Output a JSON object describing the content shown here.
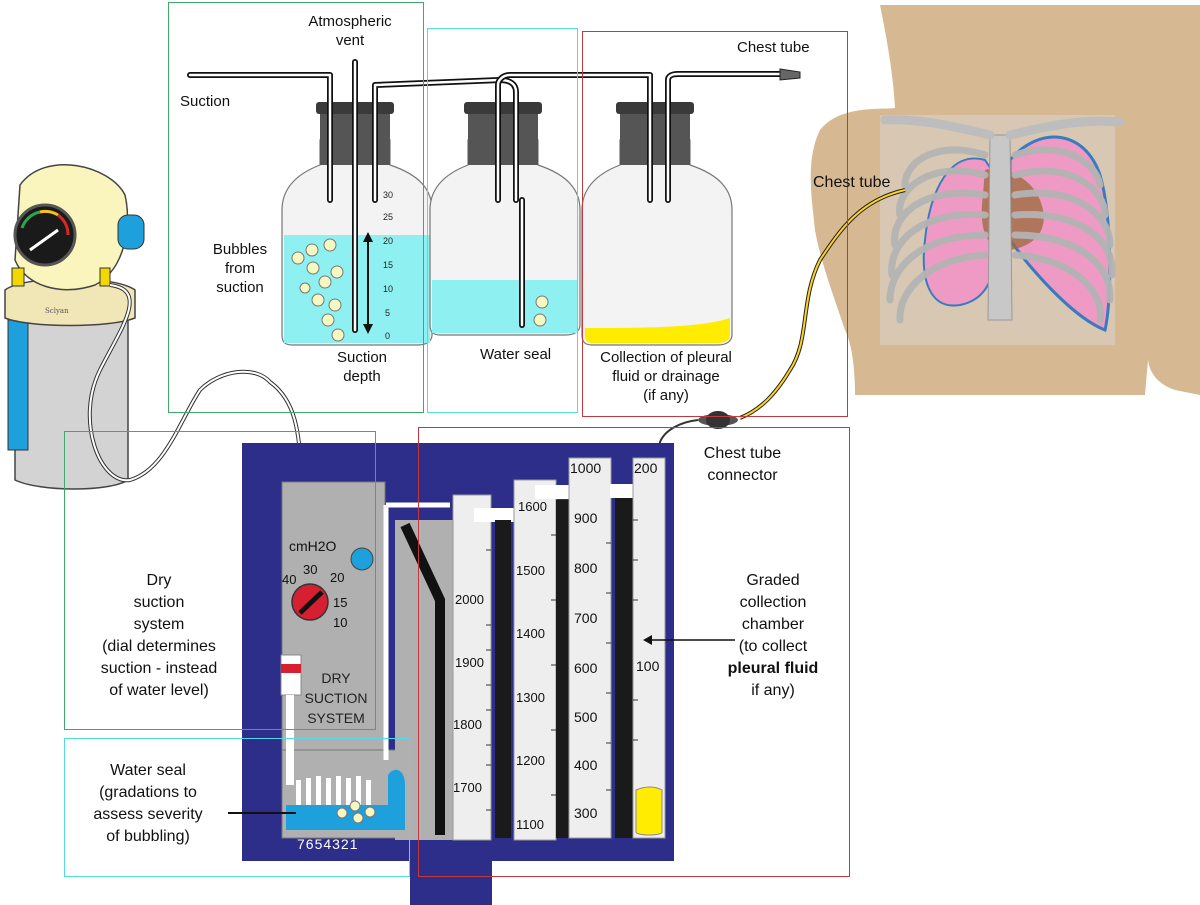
{
  "labels": {
    "atmospheric_vent_1": "Atmospheric",
    "atmospheric_vent_2": "vent",
    "suction": "Suction",
    "chest_tube_top": "Chest tube",
    "chest_tube_body": "Chest tube",
    "bubbles_1": "Bubbles",
    "bubbles_2": "from",
    "bubbles_3": "suction",
    "suction_depth_1": "Suction",
    "suction_depth_2": "depth",
    "water_seal_bottle": "Water seal",
    "collection_1": "Collection of pleural",
    "collection_2": "fluid or drainage",
    "collection_3": "(if any)",
    "connector_1": "Chest tube",
    "connector_2": "connector",
    "dry_1": "Dry",
    "dry_2": "suction",
    "dry_3": "system",
    "dry_4": "(dial determines",
    "dry_5": "suction - instead",
    "dry_6": "of water level)",
    "graded_1": "Graded",
    "graded_2": "collection",
    "graded_3": "chamber",
    "graded_4": "(to collect",
    "graded_5": "pleural fluid",
    "graded_6": "if any)",
    "ws_1": "Water seal",
    "ws_2": "(gradations to",
    "ws_3": "assess severity",
    "ws_4": "of bubbling)"
  },
  "suction_scale": [
    "30",
    "25",
    "20",
    "15",
    "10",
    "5",
    "0"
  ],
  "dial": {
    "unit": "cmH2O",
    "v40": "40",
    "v30": "30",
    "v20": "20",
    "v15": "15",
    "v10": "10"
  },
  "unit_text": {
    "line1": "DRY",
    "line2": "SUCTION",
    "line3": "SYSTEM"
  },
  "water_seal_numbers": "7654321",
  "columns": {
    "col1": [
      "2000",
      "1900",
      "1800",
      "1700"
    ],
    "col2": [
      "1600",
      "1500",
      "1400",
      "1300",
      "1200",
      "1100"
    ],
    "col3_top": "1000",
    "col3": [
      "900",
      "800",
      "700",
      "600",
      "500",
      "400",
      "300"
    ],
    "col4_top": "200",
    "col4_mid": "100"
  },
  "colors": {
    "green_box": "#3daa6a",
    "cyan_box": "#55d8e8",
    "red_box": "#c0393f",
    "navy": "#2d2d8a",
    "water": "#8ff0f2",
    "drainage": "#ffec00",
    "skin": "#d6b992",
    "lung": "#ef9ac4"
  }
}
